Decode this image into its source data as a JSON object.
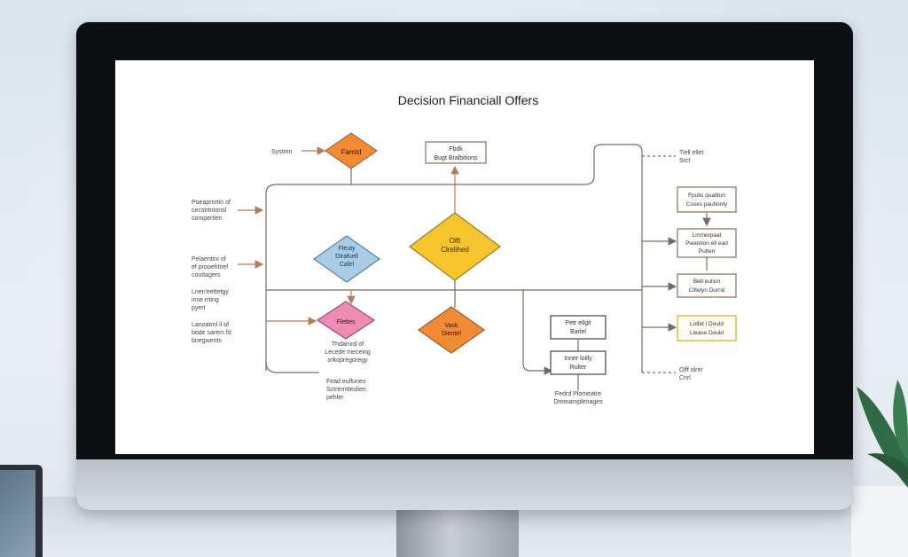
{
  "title": "Decision Financiall Offers",
  "nodes": {
    "top_diamond": "Famtd",
    "top_box_line1": "Fbdk",
    "top_box_line2": "Bugt Bralbitions",
    "blue_diamond_line1": "Fleuty",
    "blue_diamond_line2": "Dirafuell",
    "blue_diamond_line3": "Caltrl",
    "yellow_diamond_line1": "Olft",
    "yellow_diamond_line2": "Clrelihed",
    "pink_diamond": "Flettes",
    "orange_diamond_line1": "Vask",
    "orange_diamond_line2": "Dientel",
    "box_a_line1": "Petr ellgit",
    "box_a_line2": "Barlel",
    "box_b_line1": "Inner loilly",
    "box_b_line2": "Rulter",
    "right_box1_line1": "Fpulis qualiton",
    "right_box1_line2": "Coses pautionty",
    "right_box2_line1": "Lmmerpaat",
    "right_box2_line2": "Pwantion ell ead",
    "right_box2_line3": "Pulten",
    "right_box3_line1": "Betl eulion",
    "right_box3_line2": "Ciltelyn Durrid",
    "right_box4_line1": "Lotlet i Dould",
    "right_box4_line2": "Llease Dould"
  },
  "labels": {
    "left_system": "Systmn",
    "left1_line1": "Poeaprnrtin of",
    "left1_line2": "cecstrtntonsl",
    "left1_line3": "compertlen",
    "left2_line1": "Pelaentini of",
    "left2_line2": "ef prooehtnef",
    "left2_line3": "couttagers",
    "left3_line1": "Lnen'eettetgy",
    "left3_line2": "inse rrting",
    "left3_line3": "pyert",
    "left4_line1": "Lanoatrnl il of",
    "left4_line2": "bode sarem fd",
    "left4_line3": "bnegwents",
    "mid_line1": "Thdarnrd of",
    "mid_line2": "Lecede meceing",
    "mid_line3": "orkopregoregy",
    "bottom_line1": "Fead eulfunes",
    "bottom_line2": "Sctrerntteslien",
    "bottom_line3": "pehler",
    "bottom_right_line1": "Fedrd Plomeatre",
    "bottom_right_line2": "Dromamplenages",
    "right_top_line1": "Tiell ellet",
    "right_top_line2": "Srct",
    "right_bottom_line1": "Olff olrer",
    "right_bottom_line2": "Cnrl"
  },
  "colors": {
    "orange": "#f08a33",
    "yellow": "#f6c42d",
    "blue": "#a9cde6",
    "pink": "#f08cb4",
    "box_border": "#8a6a5a",
    "highlight_border": "#d9b640",
    "line": "#7b6a60",
    "arrow": "#b77b57"
  }
}
